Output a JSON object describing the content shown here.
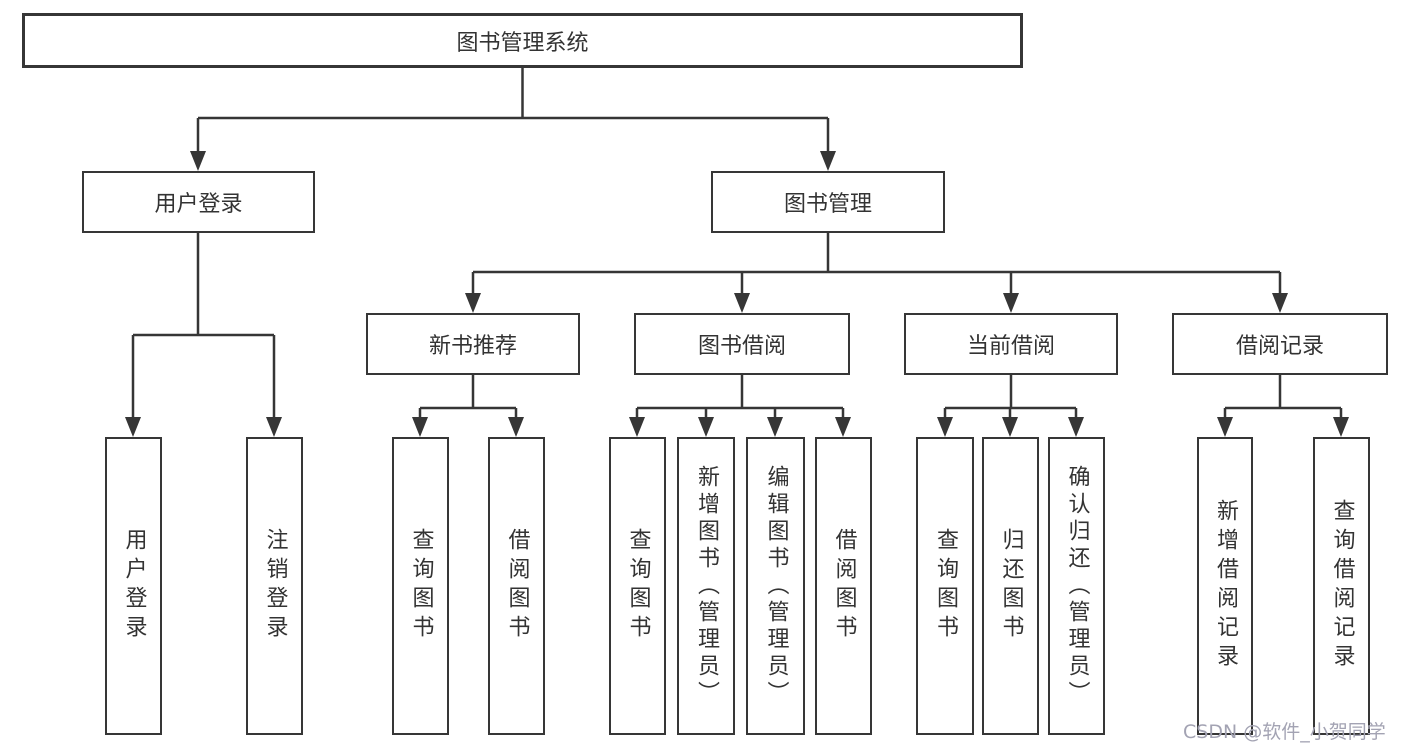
{
  "root": {
    "label": "图书管理系统"
  },
  "nodes": {
    "user_login": {
      "label": "用户登录",
      "children": [
        {
          "label": "用户登录"
        },
        {
          "label": "注销登录"
        }
      ]
    },
    "book_mgmt": {
      "label": "图书管理",
      "children": [
        {
          "label": "新书推荐",
          "children": [
            {
              "label": "查询图书"
            },
            {
              "label": "借阅图书"
            }
          ]
        },
        {
          "label": "图书借阅",
          "children": [
            {
              "label": "查询图书"
            },
            {
              "label": "新增图书（管理员）"
            },
            {
              "label": "编辑图书（管理员）"
            },
            {
              "label": "借阅图书"
            }
          ]
        },
        {
          "label": "当前借阅",
          "children": [
            {
              "label": "查询图书"
            },
            {
              "label": "归还图书"
            },
            {
              "label": "确认归还（管理员）"
            }
          ]
        },
        {
          "label": "借阅记录",
          "children": [
            {
              "label": "新增借阅记录"
            },
            {
              "label": "查询借阅记录"
            }
          ]
        }
      ]
    }
  },
  "watermark": {
    "text": "CSDN @软件_小贺同学"
  },
  "colors": {
    "line": "#363636",
    "box_border": "#363636",
    "text": "#333333",
    "watermark": "#a3a3b3",
    "background": "#ffffff"
  }
}
